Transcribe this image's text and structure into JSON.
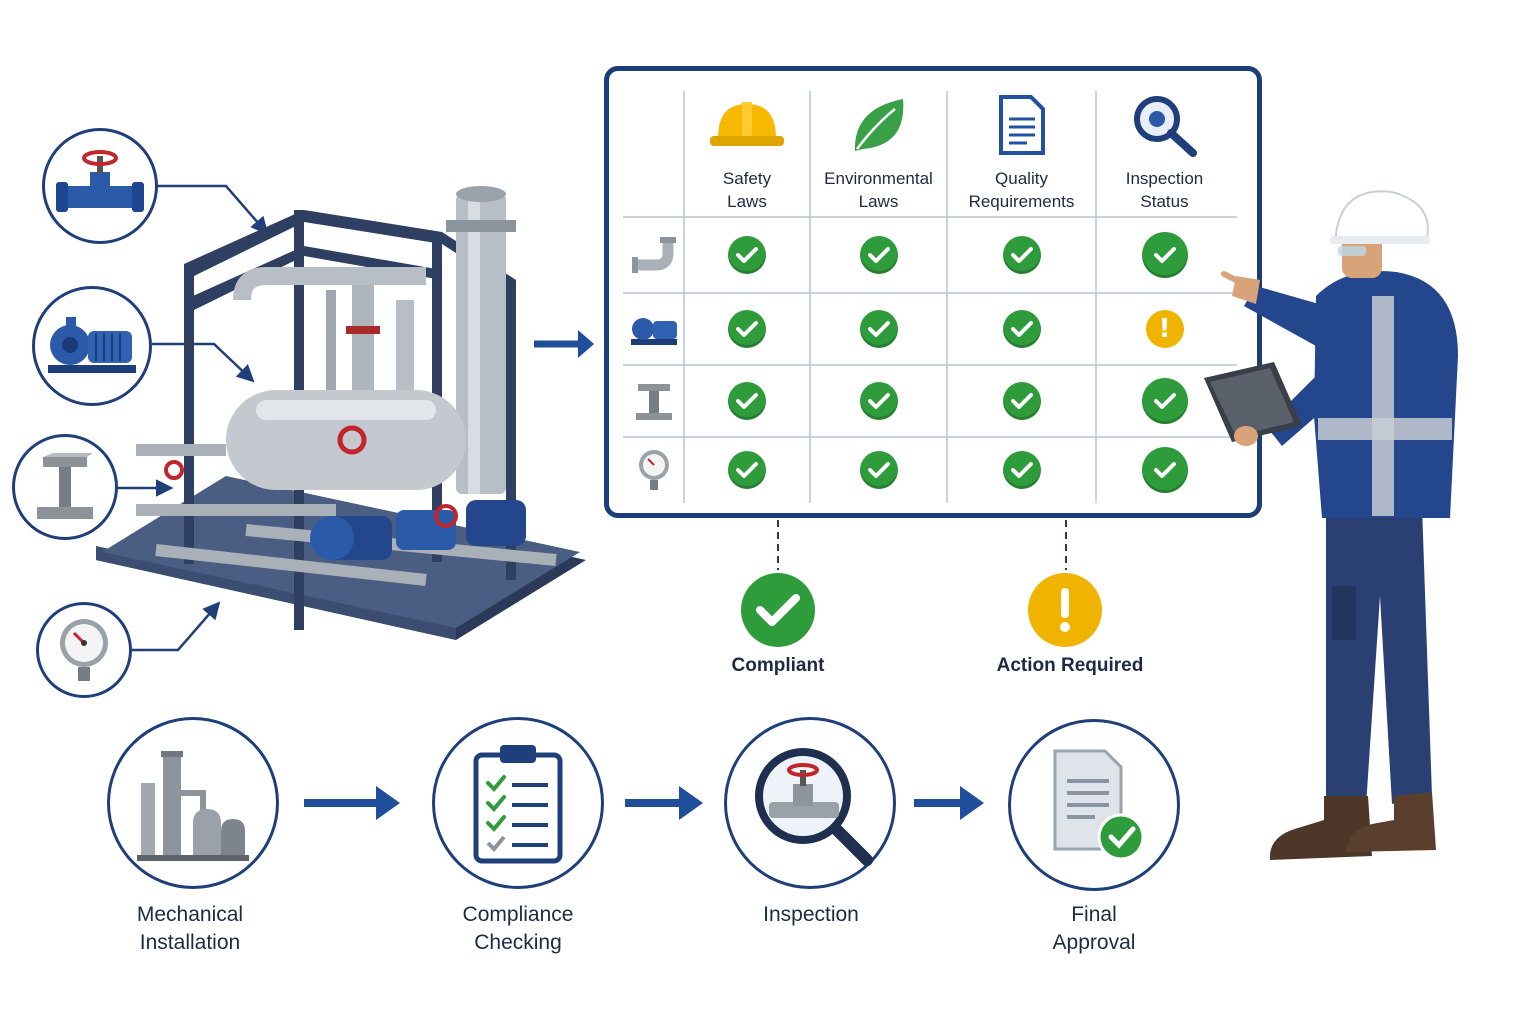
{
  "components": [
    {
      "name": "valve-icon"
    },
    {
      "name": "pump-icon"
    },
    {
      "name": "support-bracket-icon"
    },
    {
      "name": "pressure-gauge-icon"
    }
  ],
  "board": {
    "columns": [
      {
        "label": "Safety\nLaws",
        "icon": "hard-hat-icon"
      },
      {
        "label": "Environmental\nLaws",
        "icon": "leaf-icon"
      },
      {
        "label": "Quality\nRequirements",
        "icon": "document-icon"
      },
      {
        "label": "Inspection\nStatus",
        "icon": "magnifier-icon"
      }
    ],
    "rows": [
      {
        "icon": "pipe-elbow-icon",
        "statuses": [
          "compliant",
          "compliant",
          "compliant",
          "compliant"
        ]
      },
      {
        "icon": "pump-icon",
        "statuses": [
          "compliant",
          "compliant",
          "compliant",
          "action"
        ]
      },
      {
        "icon": "support-bracket-icon",
        "statuses": [
          "compliant",
          "compliant",
          "compliant",
          "compliant"
        ]
      },
      {
        "icon": "pressure-gauge-icon",
        "statuses": [
          "compliant",
          "compliant",
          "compliant",
          "compliant"
        ]
      }
    ]
  },
  "legend": {
    "compliant": "Compliant",
    "action": "Action Required"
  },
  "process": [
    {
      "label": "Mechanical\nInstallation",
      "icon": "plant-icon"
    },
    {
      "label": "Compliance\nChecking",
      "icon": "clipboard-checklist-icon"
    },
    {
      "label": "Inspection",
      "icon": "magnifier-valve-icon"
    },
    {
      "label": "Final\nApproval",
      "icon": "approved-document-icon"
    }
  ],
  "colors": {
    "navy": "#1c3d78",
    "compliant": "#2f9c3c",
    "warning": "#f0b400",
    "steel": "#a9b0b8"
  }
}
